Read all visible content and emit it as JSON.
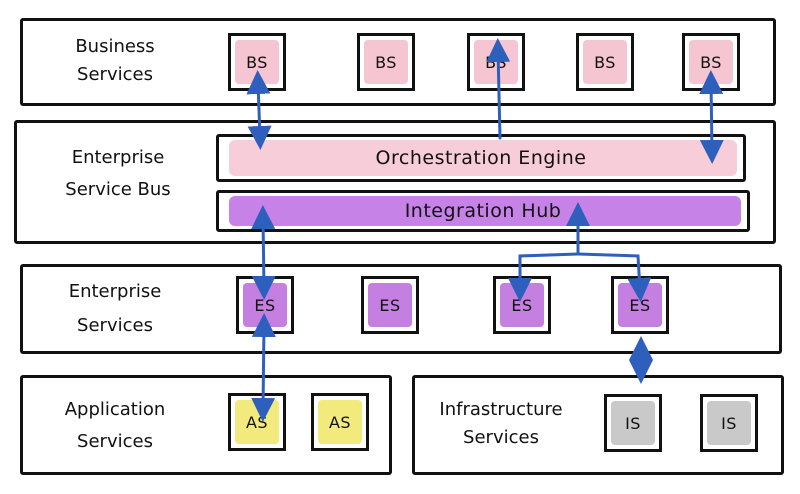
{
  "colors": {
    "business": "#f5c6d2",
    "orchestration": "#f7cdd9",
    "integration": "#c682e6",
    "enterprise": "#c47fe0",
    "application": "#f3ea7d",
    "infrastructure": "#c9c9c9",
    "arrow": "#2f5fbd"
  },
  "layers": {
    "business": {
      "label_line1": "Business",
      "label_line2": "Services",
      "nodes": [
        "BS",
        "BS",
        "BS",
        "BS",
        "BS"
      ]
    },
    "esb": {
      "label_line1": "Enterprise",
      "label_line2": "Service Bus",
      "orchestration": "Orchestration Engine",
      "integration": "Integration Hub"
    },
    "enterprise": {
      "label_line1": "Enterprise",
      "label_line2": "Services",
      "nodes": [
        "ES",
        "ES",
        "ES",
        "ES"
      ]
    },
    "application": {
      "label_line1": "Application",
      "label_line2": "Services",
      "nodes": [
        "AS",
        "AS"
      ]
    },
    "infrastructure": {
      "label_line1": "Infrastructure",
      "label_line2": "Services",
      "nodes": [
        "IS",
        "IS"
      ]
    }
  }
}
